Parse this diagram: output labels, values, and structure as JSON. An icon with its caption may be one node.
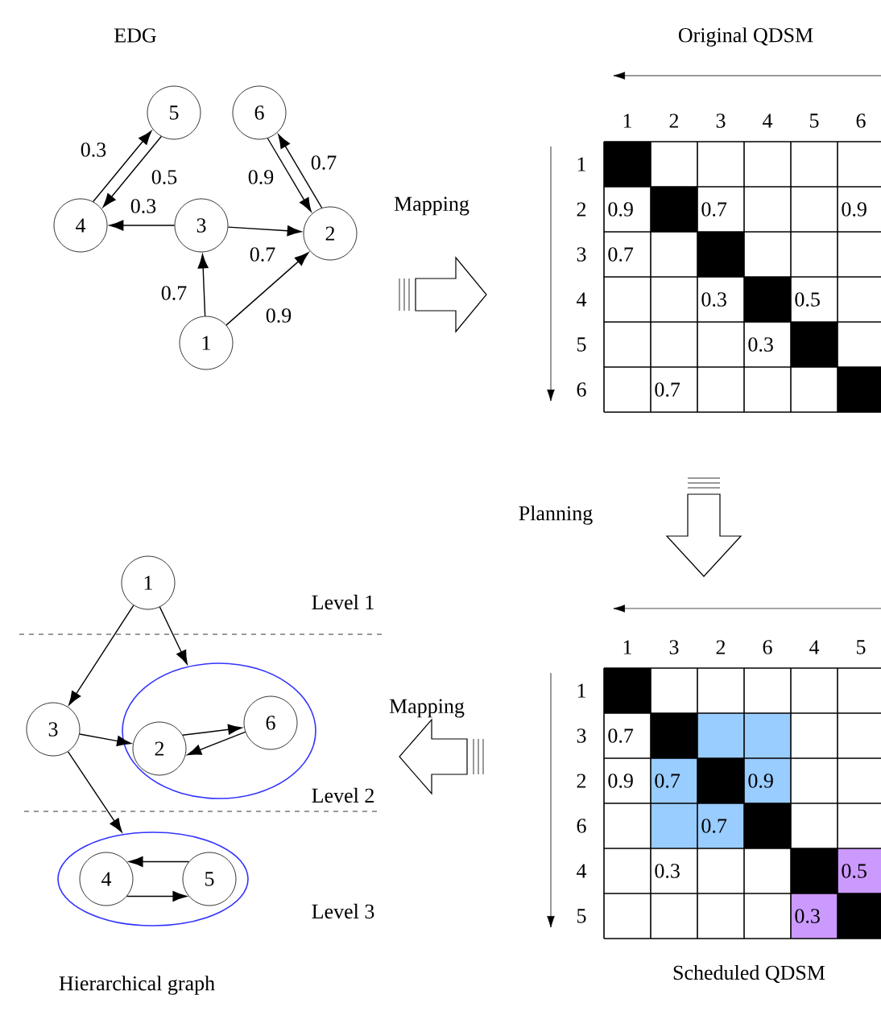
{
  "diagram": {
    "nodes": [
      {
        "text": [
          "5"
        ]
      },
      {
        "text": [
          "6"
        ]
      },
      {
        "text": [
          "4"
        ]
      },
      {
        "text": [
          "3"
        ]
      },
      {
        "text": [
          "2"
        ]
      },
      {
        "text": [
          "1"
        ]
      },
      {
        "text": [
          "1"
        ]
      },
      {
        "text": [],
        "shape": "ellipse"
      },
      {
        "text": [
          "2"
        ],
        "in": 7
      },
      {
        "text": [
          "6"
        ],
        "in": 7
      },
      {
        "text": [
          "3"
        ]
      },
      {
        "text": [],
        "shape": "ellipse"
      },
      {
        "text": [
          "4"
        ],
        "in": 11
      },
      {
        "text": [
          "5"
        ],
        "in": 11
      }
    ],
    "edges": [
      {
        "from": 2,
        "to": 0,
        "arrow": "to",
        "label": "0.3"
      },
      {
        "from": 0,
        "to": 2,
        "arrow": "to",
        "label": "0.5"
      },
      {
        "from": 3,
        "to": 2,
        "arrow": "to",
        "label": "0.3"
      },
      {
        "from": 3,
        "to": 4,
        "arrow": "to",
        "label": "0.7"
      },
      {
        "from": 5,
        "to": 3,
        "arrow": "to",
        "label": "0.7"
      },
      {
        "from": 5,
        "to": 4,
        "arrow": "to",
        "label": "0.9"
      },
      {
        "from": 4,
        "to": 1,
        "arrow": "to",
        "label": "0.7"
      },
      {
        "from": 1,
        "to": 4,
        "arrow": "to",
        "label": "0.9"
      },
      {
        "from": 6,
        "to": 10,
        "arrow": "to"
      },
      {
        "from": 6,
        "to": 7,
        "arrow": "to"
      },
      {
        "from": 10,
        "to": 8,
        "arrow": "to"
      },
      {
        "from": 10,
        "to": 11,
        "arrow": "to"
      },
      {
        "from": 8,
        "to": 9,
        "arrow": "to"
      },
      {
        "from": 9,
        "to": 8,
        "arrow": "to"
      },
      {
        "from": 13,
        "to": 12,
        "arrow": "to"
      },
      {
        "from": 12,
        "to": 13,
        "arrow": "to"
      }
    ],
    "labels": [
      "EDG",
      "Original QDSM",
      "Mapping",
      "1",
      "2",
      "3",
      "4",
      "5",
      "6",
      "1",
      "2",
      "0.9",
      "0.7",
      "0.9",
      "3",
      "0.7",
      "4",
      "0.3",
      "0.5",
      "5",
      "0.3",
      "6",
      "0.7",
      "Planning",
      "Level 1",
      "Mapping",
      "Level 2",
      "Level 3",
      "1",
      "3",
      "2",
      "6",
      "4",
      "5",
      "1",
      "3",
      "0.7",
      "2",
      "0.9",
      "0.7",
      "0.9",
      "6",
      "0.7",
      "4",
      "0.3",
      "0.5",
      "5",
      "0.3",
      "Hierarchical graph",
      "Scheduled QDSM"
    ]
  }
}
